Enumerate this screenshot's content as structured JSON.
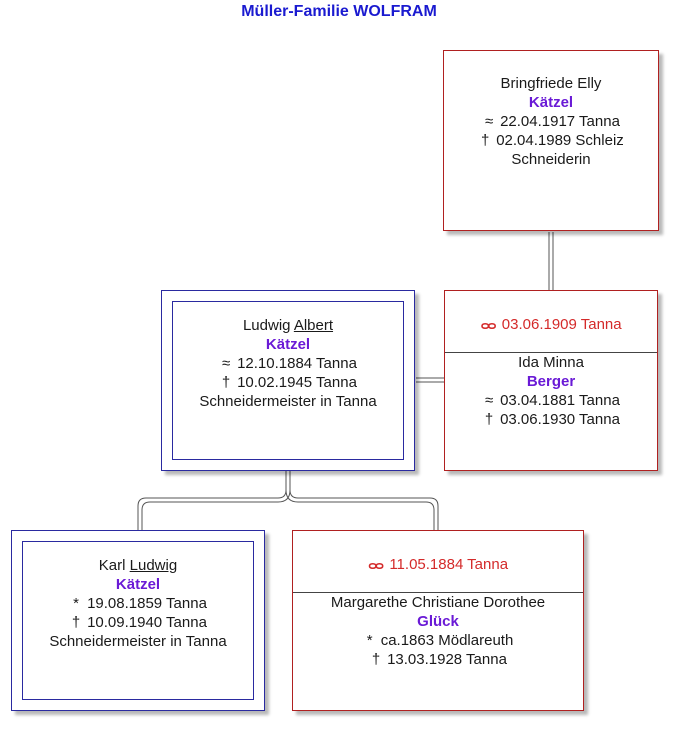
{
  "title": "Müller-Familie WOLFRAM",
  "symbols": {
    "birth": "≈",
    "death": "†",
    "birth_star": "*",
    "marriage": "ⴰⴰ"
  },
  "persons": {
    "bringfriede": {
      "first_name": "Bringfriede Elly",
      "surname": "Kätzel",
      "birth": "22.04.1917 Tanna",
      "death": "02.04.1989 Schleiz",
      "occupation": "Schneiderin"
    },
    "ludwig_albert": {
      "first_name_plain": "Ludwig ",
      "first_name_call": "Albert",
      "surname": "Kätzel",
      "birth": "12.10.1884 Tanna",
      "death": "10.02.1945 Tanna",
      "occupation": "Schneidermeister in Tanna"
    },
    "ida_minna": {
      "marriage": "03.06.1909 Tanna",
      "first_name": "Ida Minna",
      "surname": "Berger",
      "birth": "03.04.1881 Tanna",
      "death": "03.06.1930 Tanna"
    },
    "karl_ludwig": {
      "first_name_plain": "Karl ",
      "first_name_call": "Ludwig",
      "surname": "Kätzel",
      "birth": "19.08.1859 Tanna",
      "death": "10.09.1940 Tanna",
      "occupation": "Schneidermeister in Tanna"
    },
    "margarethe": {
      "marriage": "11.05.1884 Tanna",
      "first_name": "Margarethe Christiane Dorothee",
      "surname": "Glück",
      "birth": "ca.1863 Mödlareuth",
      "death": "13.03.1928 Tanna"
    }
  },
  "colors": {
    "title": "#1a1ad0",
    "surname": "#6a1ad6",
    "marriage": "#d42a2a",
    "male_border": "#2a2aa0",
    "female_border": "#b02020"
  }
}
